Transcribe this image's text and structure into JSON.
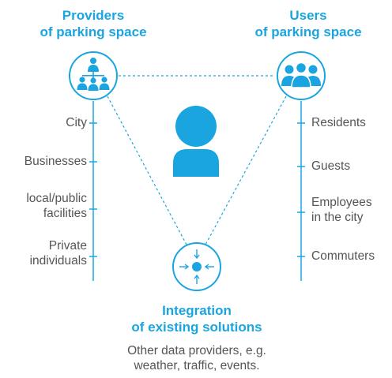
{
  "colors": {
    "accent": "#1aa5e0",
    "text": "#555555"
  },
  "providers": {
    "title_line1": "Providers",
    "title_line2": "of parking space",
    "icon": "hierarchy-org-chart-icon",
    "items": [
      {
        "line1": "City"
      },
      {
        "line1": "Businesses"
      },
      {
        "line1": "local/public",
        "line2": "facilities"
      },
      {
        "line1": "Private",
        "line2": "individuals"
      }
    ]
  },
  "users": {
    "title_line1": "Users",
    "title_line2": "of parking space",
    "icon": "group-of-people-icon",
    "items": [
      {
        "line1": "Residents"
      },
      {
        "line1": "Guests"
      },
      {
        "line1": "Employees",
        "line2": "in the city"
      },
      {
        "line1": "Commuters"
      }
    ]
  },
  "center": {
    "icon": "person-icon"
  },
  "integration": {
    "title_line1": "Integration",
    "title_line2": "of existing solutions",
    "icon": "converging-arrows-icon",
    "note_line1": "Other data providers, e.g.",
    "note_line2": "weather, traffic, events."
  }
}
